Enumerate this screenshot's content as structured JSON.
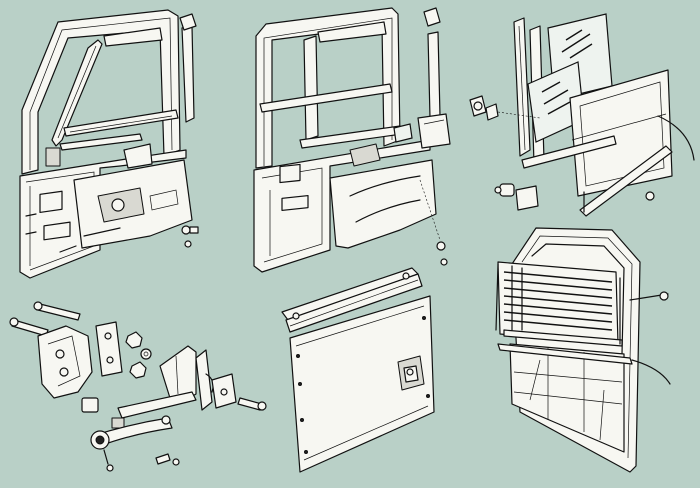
{
  "diagram": {
    "background_color": "#b9d0c7",
    "line_color": "#111111",
    "part_fill_color": "#f7f7f2",
    "groups": [
      {
        "id": "front-door-assembly",
        "position": "top-left"
      },
      {
        "id": "rear-side-door-assembly",
        "position": "top-center"
      },
      {
        "id": "sliding-window-assembly",
        "position": "top-right"
      },
      {
        "id": "hinge-and-lock-hardware",
        "position": "bottom-left"
      },
      {
        "id": "lower-door-panel",
        "position": "bottom-center"
      },
      {
        "id": "rear-door-frame-assembly",
        "position": "bottom-right"
      }
    ]
  }
}
